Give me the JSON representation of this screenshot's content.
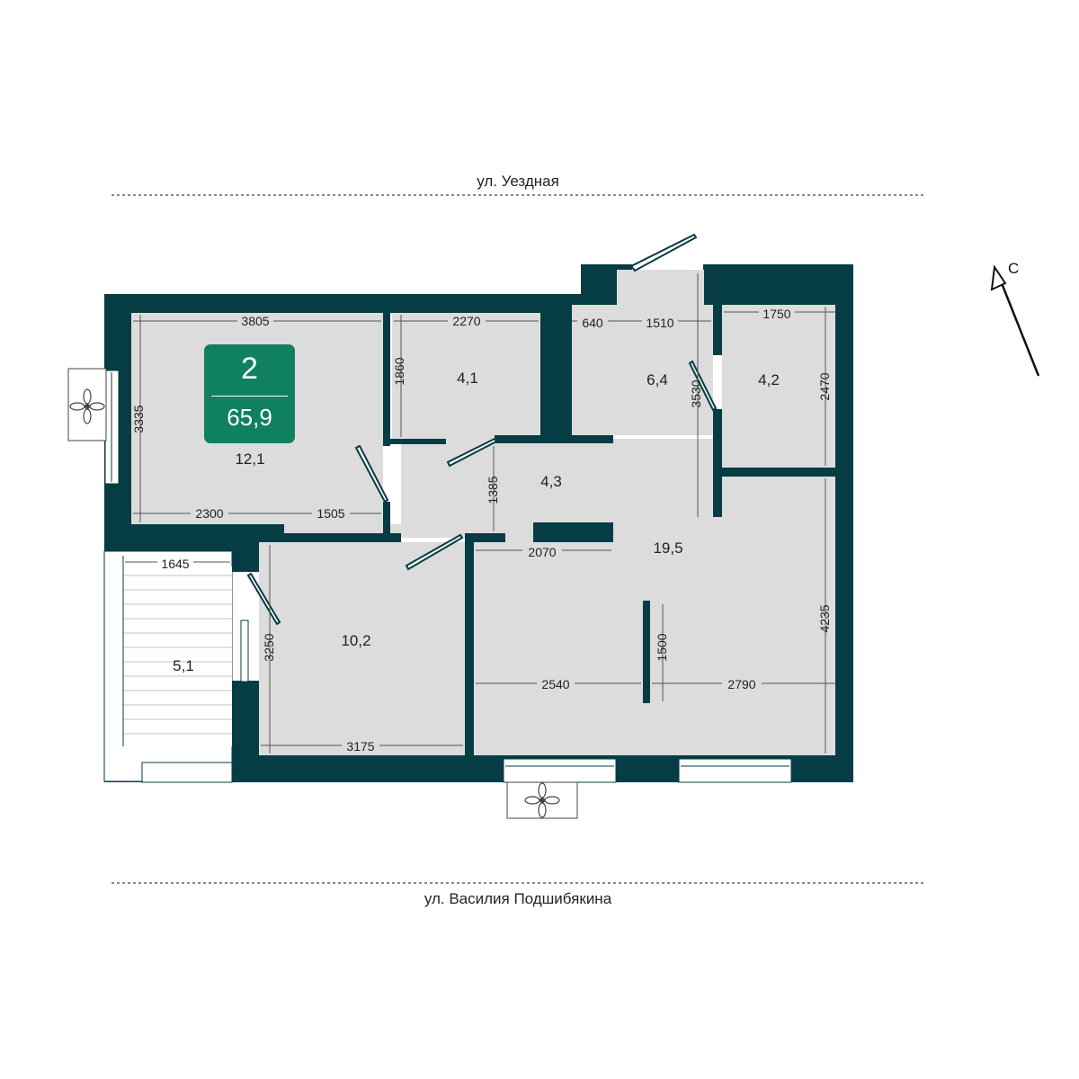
{
  "streets": {
    "top": "ул. Уездная",
    "bottom": "ул. Василия Подшибякина"
  },
  "compass": {
    "label": "С"
  },
  "badge": {
    "rooms": "2",
    "total_area": "65,9"
  },
  "rooms": {
    "bedroom_left": "12,1",
    "bathroom_top": "4,1",
    "hall_entry": "6,4",
    "bathroom_right": "4,2",
    "corridor": "4,3",
    "living_kitchen": "19,5",
    "bedroom_bottom": "10,2",
    "loggia": "5,1"
  },
  "dimensions": {
    "d3805": "3805",
    "d2270": "2270",
    "d640": "640",
    "d1510": "1510",
    "d1750": "1750",
    "d3335": "3335",
    "d1860": "1860",
    "d3530": "3530",
    "d2470": "2470",
    "d1385": "1385",
    "d2300": "2300",
    "d1505": "1505",
    "d2070": "2070",
    "d1645": "1645",
    "d3250": "3250",
    "d4235": "4235",
    "d1500": "1500",
    "d2540": "2540",
    "d2790": "2790",
    "d3175": "3175"
  },
  "colors": {
    "wall": "#063c44",
    "floor": "#dcdcdc",
    "badge": "#0f8060",
    "dimension_line": "#555555"
  },
  "icons": [
    "ac-unit-icon",
    "compass-arrow-icon"
  ]
}
